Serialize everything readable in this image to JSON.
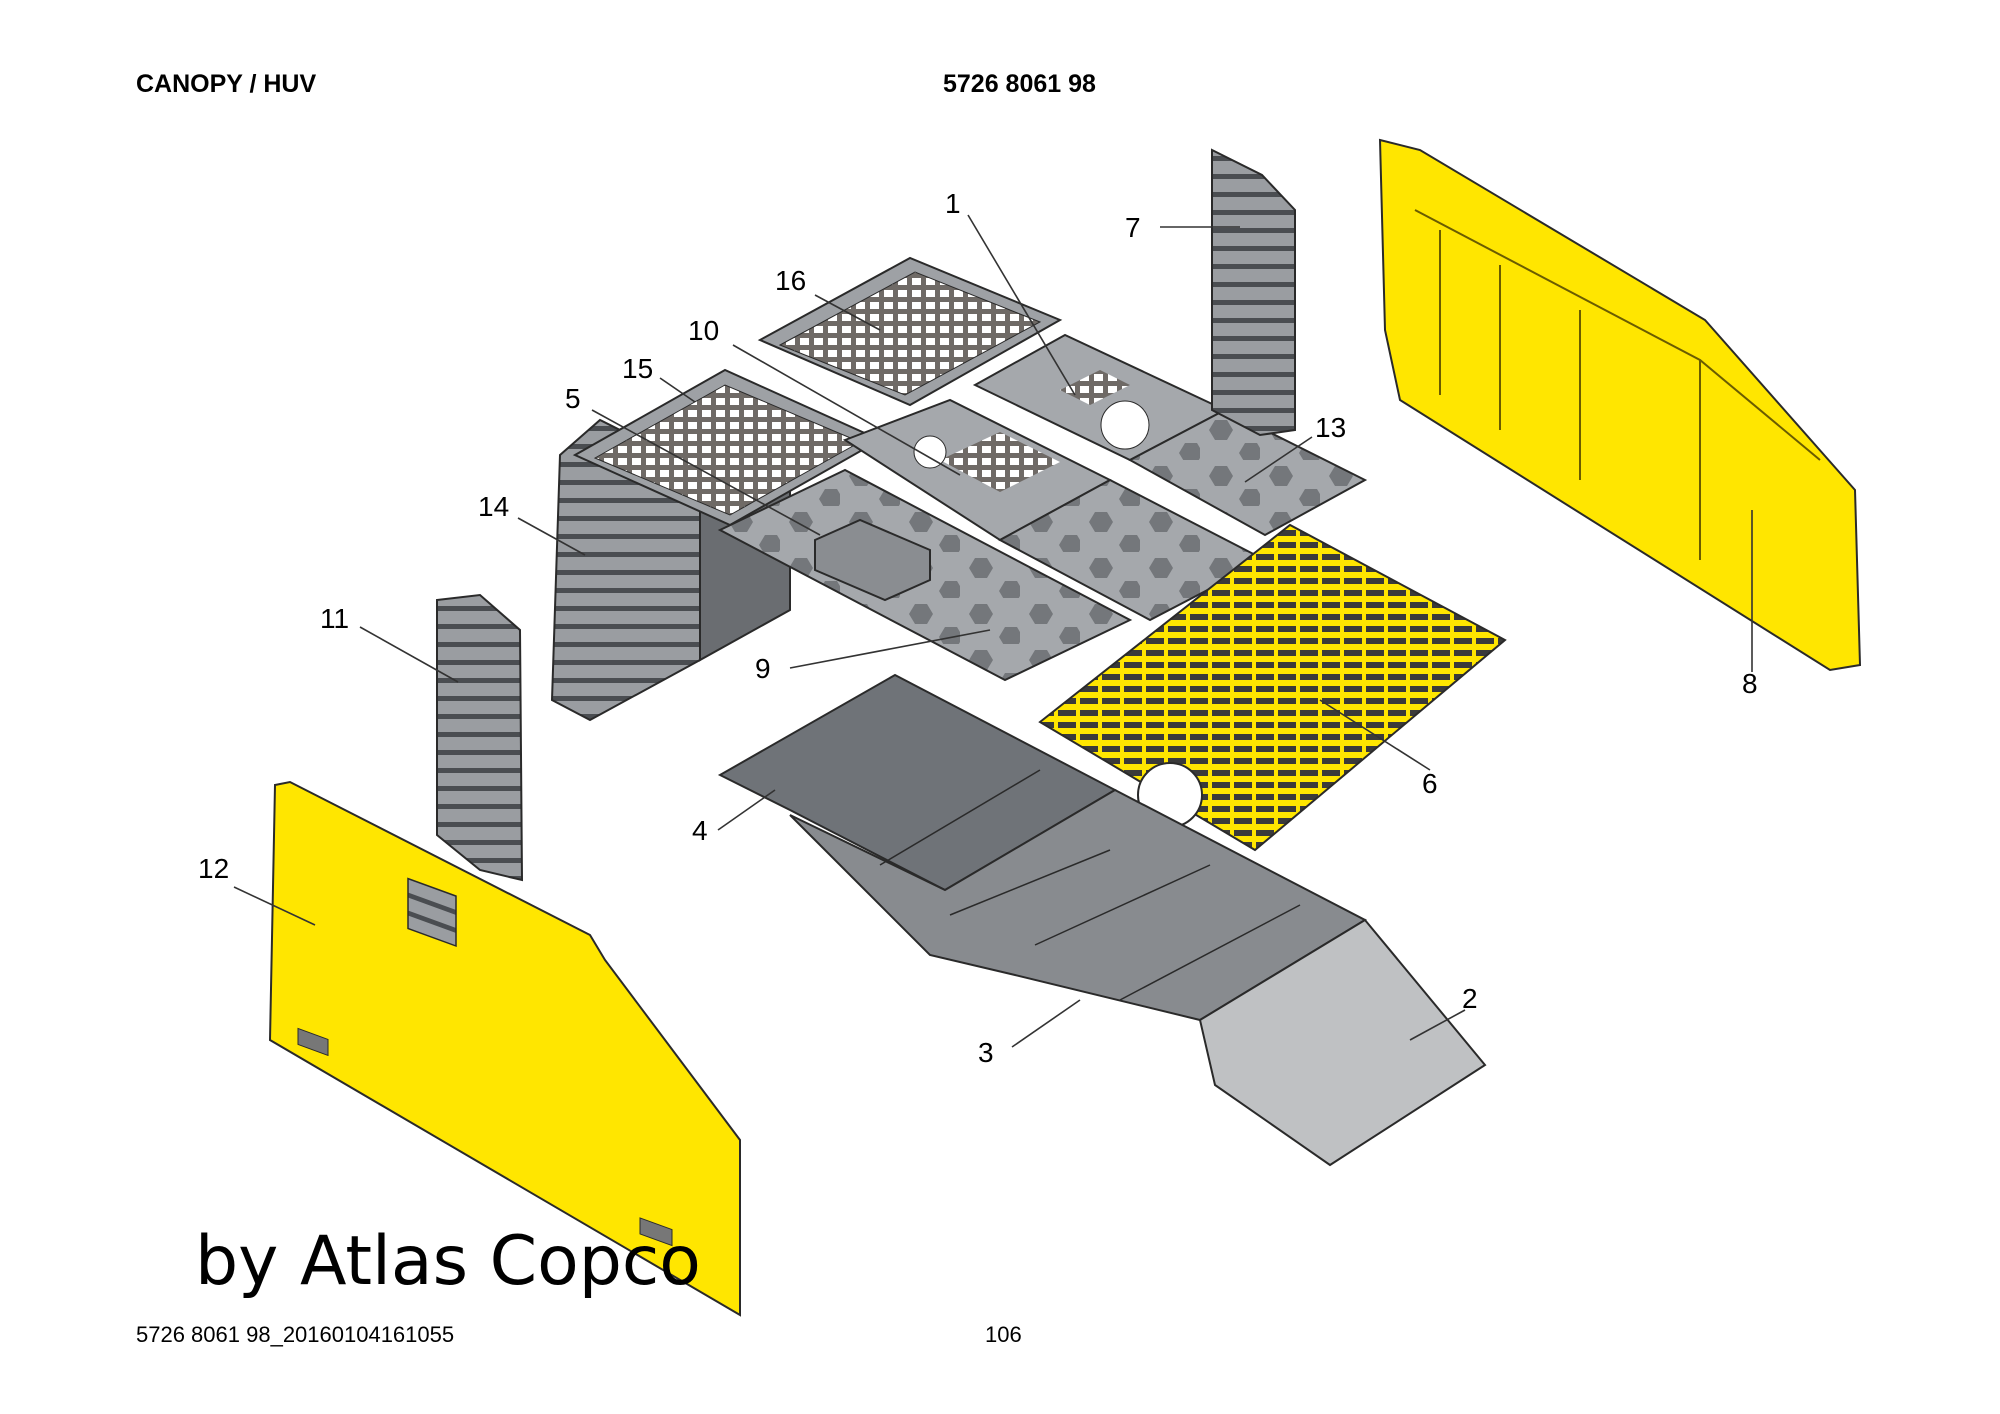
{
  "header": {
    "title": "CANOPY / HUV",
    "part_number": "5726 8061 98"
  },
  "footer": {
    "document_id": "5726 8061 98_20160104161055",
    "page_number": "106"
  },
  "watermark": "by Atlas Copco",
  "colors": {
    "panel_yellow": "#FFE600",
    "panel_dark": "#8A8D91",
    "panel_mid": "#9EA1A5",
    "panel_light": "#BFC1C3",
    "outline": "#2A2A2A"
  },
  "callouts": [
    "1",
    "2",
    "3",
    "4",
    "5",
    "6",
    "7",
    "8",
    "9",
    "10",
    "11",
    "12",
    "13",
    "14",
    "15",
    "16"
  ]
}
